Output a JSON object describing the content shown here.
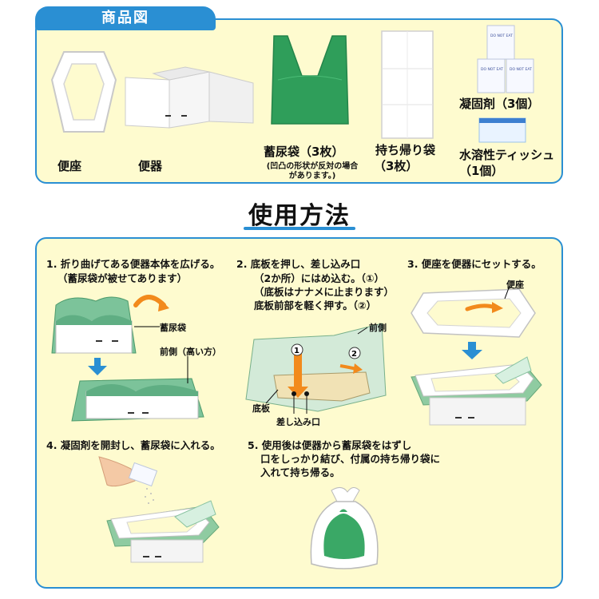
{
  "products": {
    "title": "商品図",
    "items": {
      "seat": "便座",
      "toilet": "便器",
      "bag_label": "蓄尿袋（3枚）",
      "bag_note_1": "(凹凸の形状が反対の場合",
      "bag_note_2": "があります。)",
      "carry_bag_1": "持ち帰り袋",
      "carry_bag_2": "（3枚）",
      "coagulant": "凝固剤（3個）",
      "tissue_1": "水溶性ティッシュ",
      "tissue_2": "（1個）",
      "packet_text": "DO NOT EAT"
    }
  },
  "usage": {
    "title": "使用方法",
    "step1": {
      "line1": "1. 折り曲げてある便器本体を広げる。",
      "line2": "（蓄尿袋が被せてあります）",
      "callout_bag": "蓄尿袋",
      "callout_front": "前側（高い方）"
    },
    "step2": {
      "line1": "2. 底板を押し、差し込み口",
      "line2": "（2か所）にはめ込む。（①）",
      "line3": "（底板はナナメに止まります）",
      "line4": "底板前部を軽く押す。（②）",
      "callout_front": "前側",
      "callout_bottom": "底板",
      "callout_slot": "差し込み口",
      "mark1": "1",
      "mark2": "2"
    },
    "step3": {
      "line1": "3. 便座を便器にセットする。",
      "callout_seat": "便座"
    },
    "step4": {
      "line1": "4. 凝固剤を開封し、蓄尿袋に入れる。"
    },
    "step5": {
      "line1": "5. 使用後は便器から蓄尿袋をはずし",
      "line2": "口をしっかり結び、付属の持ち帰り袋に",
      "line3": "入れて持ち帰る。"
    }
  },
  "colors": {
    "accent": "#2a8fd3",
    "panel_bg": "#fefbcf",
    "bag_green": "#2f9e5a",
    "arrow_orange": "#f28a1c"
  }
}
